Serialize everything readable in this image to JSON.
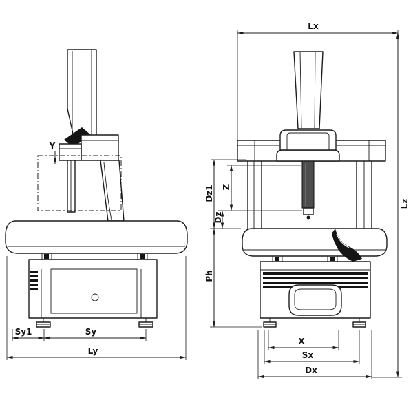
{
  "diagram": {
    "colors": {
      "line": "#1c1c1c",
      "background": "#ffffff"
    },
    "side_view": {
      "axis_label": "Y",
      "dims": {
        "sy1": "Sy1",
        "sy": "Sy",
        "ly": "Ly"
      }
    },
    "front_view": {
      "dims": {
        "lx": "Lx",
        "lz": "Lz",
        "dz1": "Dz1",
        "z": "Z",
        "dz": "Dz",
        "ph": "Ph",
        "x": "X",
        "sx": "Sx",
        "dx": "Dx"
      }
    }
  }
}
